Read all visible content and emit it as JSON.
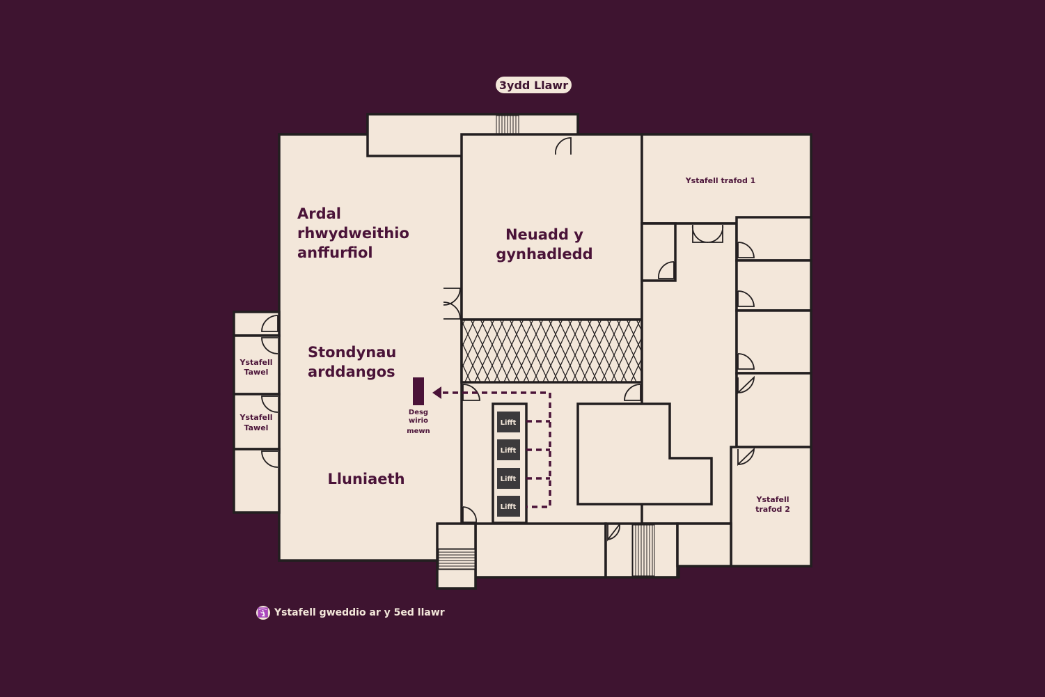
{
  "floor_title": "3ydd Llawr",
  "rooms": {
    "networking": [
      "Ardal",
      "rhwydweithio",
      "anffurfiol"
    ],
    "conference": [
      "Neuadd y",
      "gynhadledd"
    ],
    "exhibition": [
      "Stondynau",
      "arddangos"
    ],
    "catering": "Lluniaeth",
    "discussion_1": "Ystafell trafod 1",
    "discussion_2": [
      "Ystafell",
      "trafod 2"
    ],
    "quiet_1": [
      "Ystafell",
      "Tawel"
    ],
    "quiet_2": [
      "Ystafell",
      "Tawel"
    ],
    "checkin": [
      "Desg",
      "wirio",
      "mewn"
    ],
    "lift": "Lifft"
  },
  "footnote": {
    "icon": "prayer-icon",
    "text": "Ystafell gweddio ar y 5ed llawr"
  },
  "colors": {
    "background": "#3e1430",
    "floor": "#f3e7da",
    "walls": "#231f20",
    "labels": "#4a1338"
  }
}
